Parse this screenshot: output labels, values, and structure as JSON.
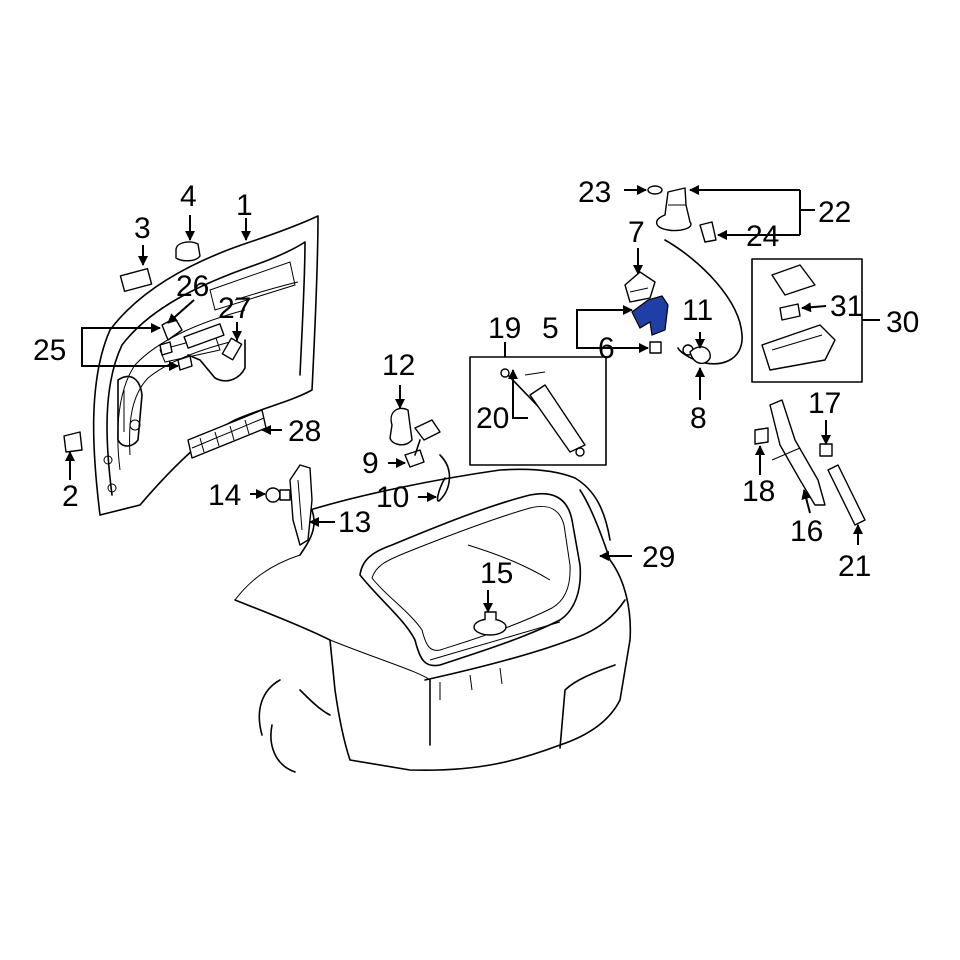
{
  "colors": {
    "line": "#000000",
    "highlight": "#1f3fa6",
    "background": "#ffffff"
  },
  "callouts": {
    "c1": "1",
    "c2": "2",
    "c3": "3",
    "c4": "4",
    "c5": "5",
    "c6": "6",
    "c7": "7",
    "c8": "8",
    "c9": "9",
    "c10": "10",
    "c11": "11",
    "c12": "12",
    "c13": "13",
    "c14": "14",
    "c15": "15",
    "c16": "16",
    "c17": "17",
    "c18": "18",
    "c19": "19",
    "c20": "20",
    "c21": "21",
    "c22": "22",
    "c23": "23",
    "c24": "24",
    "c25": "25",
    "c26": "26",
    "c27": "27",
    "c28": "28",
    "c29": "29",
    "c30": "30",
    "c31": "31"
  },
  "highlighted_part": "5"
}
